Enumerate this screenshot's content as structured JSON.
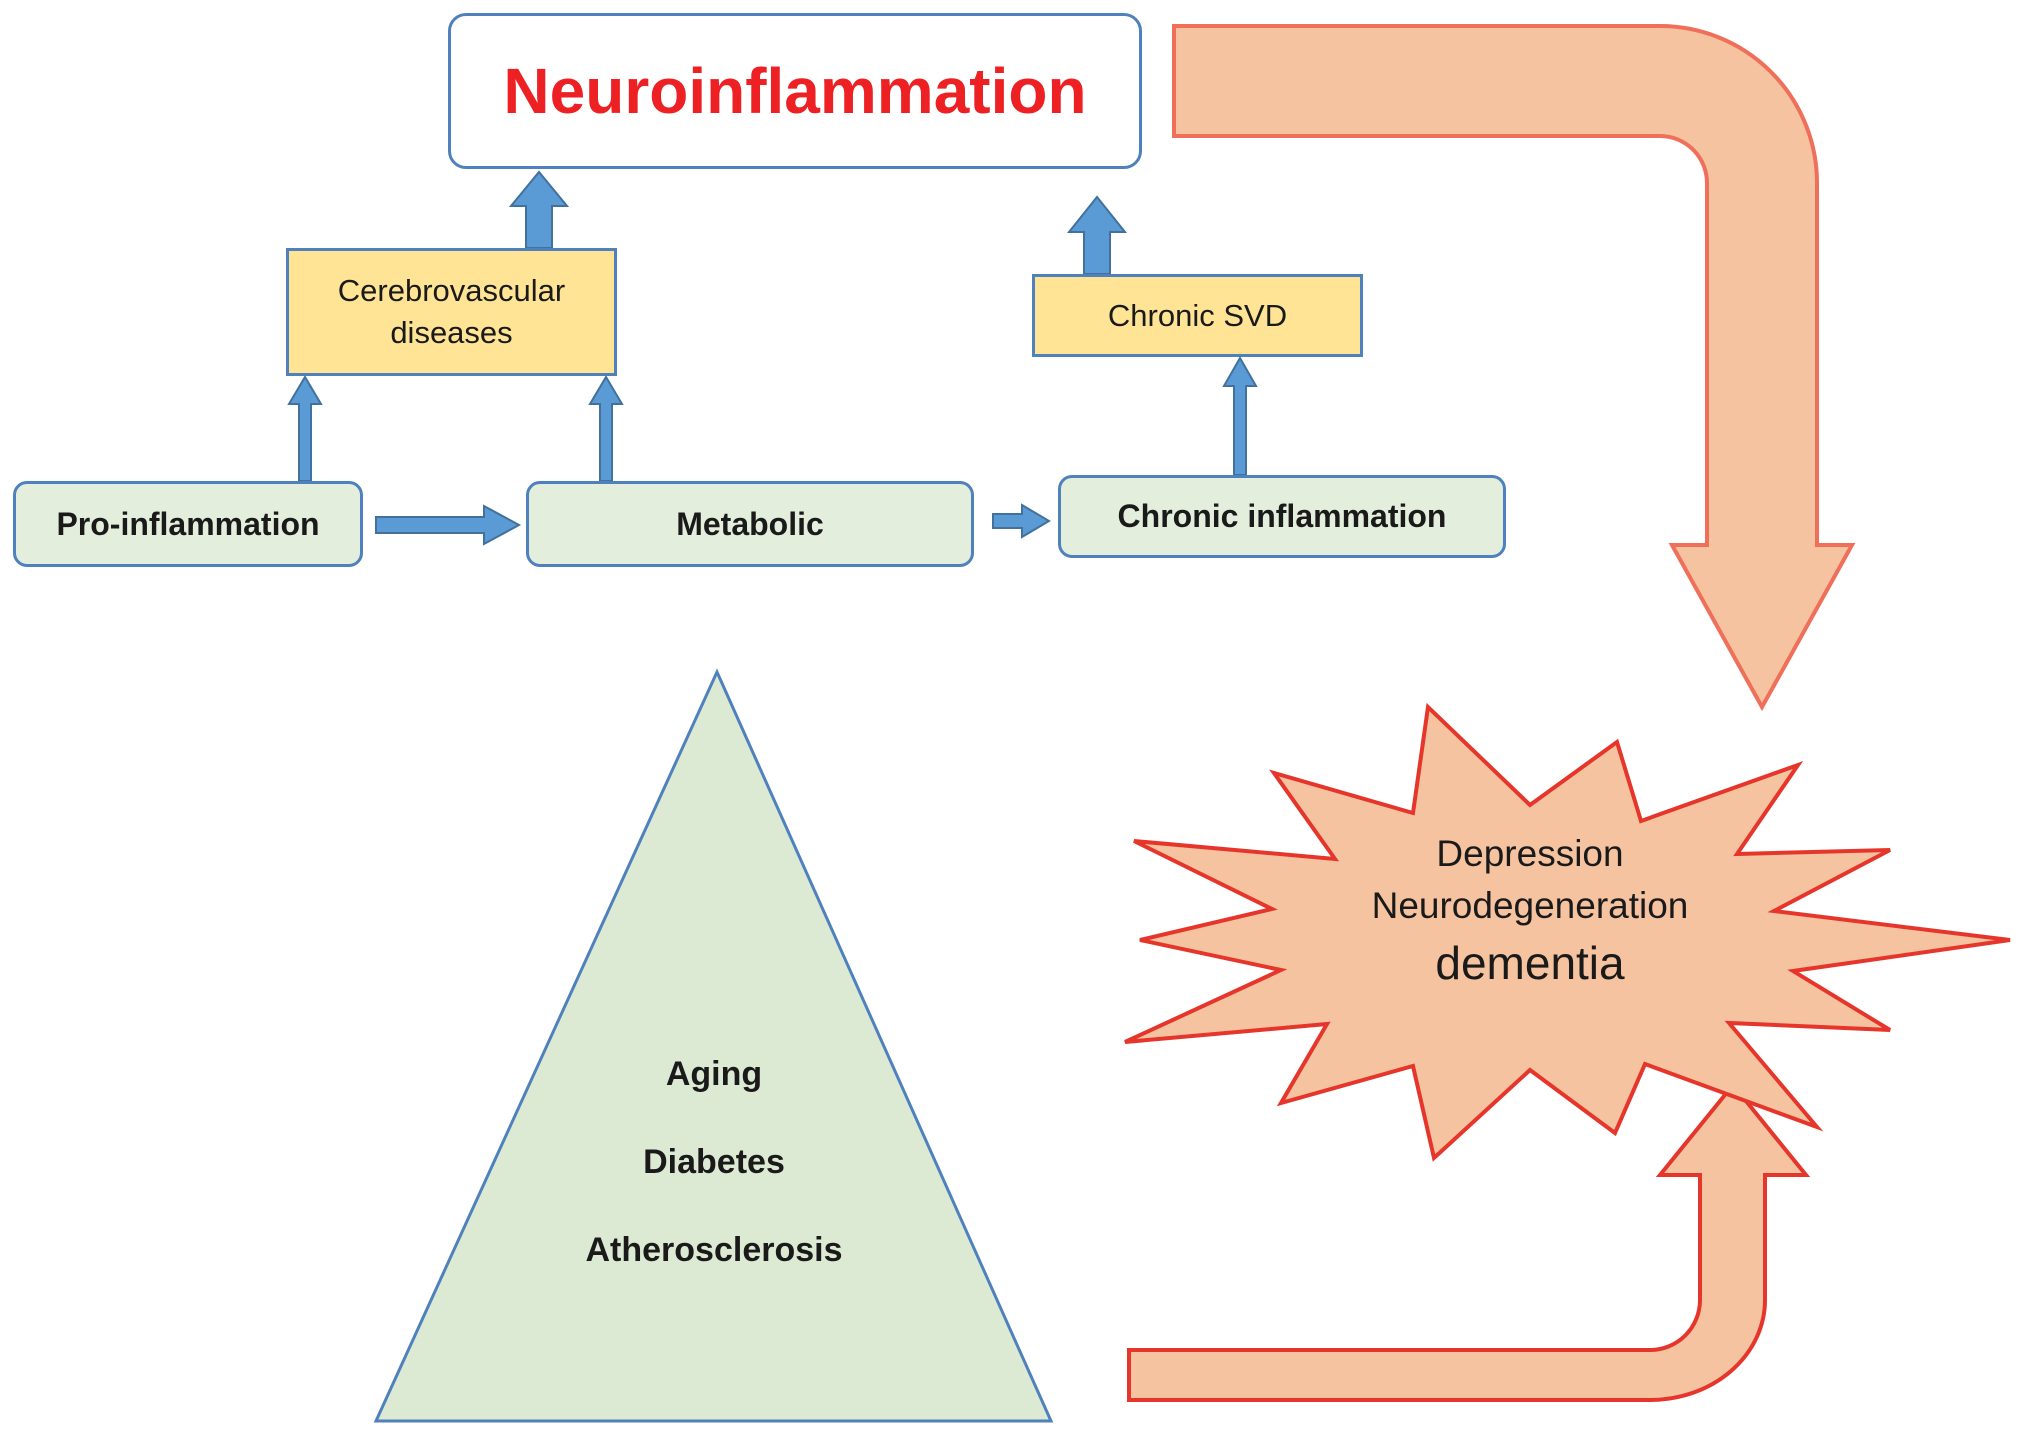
{
  "diagram": {
    "title": "Neuroinflammation",
    "boxes": {
      "cerebrovascular": {
        "lines": [
          "Cerebrovascular",
          "diseases"
        ]
      },
      "chronic_svd": "Chronic SVD",
      "pro_inflammation": "Pro-inflammation",
      "metabolic": "Metabolic",
      "chronic_inflammation": "Chronic inflammation"
    },
    "risk_triangle": {
      "items": [
        "Aging",
        "Diabetes",
        "Atherosclerosis"
      ]
    },
    "outcome_burst": {
      "lines": [
        "Depression",
        "Neurodegeneration",
        "dementia"
      ]
    },
    "colors": {
      "title_red": "#ed2024",
      "box_border_blue": "#4f81bd",
      "arrow_blue_fill": "#5b9bd5",
      "arrow_blue_outline": "#41719c",
      "yellow_box_fill": "#ffe496",
      "green_box_fill": "#e3efdc",
      "triangle_fill": "#dcead3",
      "salmon_fill": "#f6c3a0",
      "top_arrow_outline": "#ef6f5a",
      "burst_outline_red": "#e6362c"
    }
  }
}
